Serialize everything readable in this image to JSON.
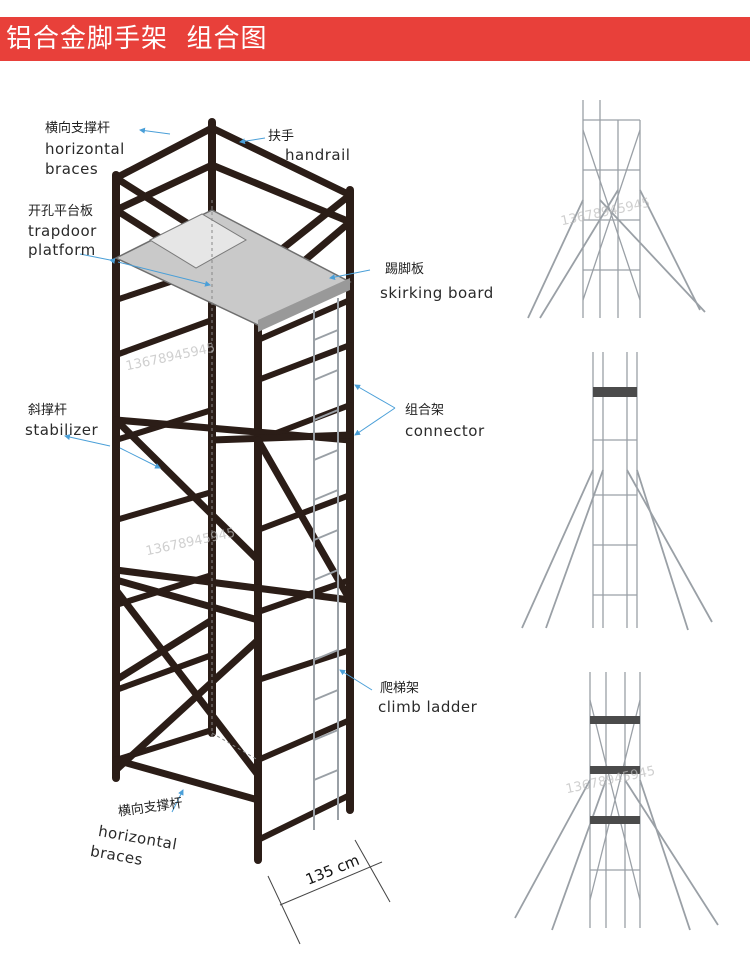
{
  "banner": {
    "title": "铝合金脚手架  组合图",
    "color": "#e8403a"
  },
  "labels": {
    "horizontal_braces_top": {
      "zh": "横向支撑杆",
      "en1": "horizontal",
      "en2": "braces"
    },
    "handrail": {
      "zh": "扶手",
      "en": "handrail"
    },
    "trapdoor_platform": {
      "zh": "开孔平台板",
      "en1": "trapdoor",
      "en2": "platform"
    },
    "skirting_board": {
      "zh": "踢脚板",
      "en": "skirking board"
    },
    "stabilizer": {
      "zh": "斜撑杆",
      "en": "stabilizer"
    },
    "connector": {
      "zh": "组合架",
      "en": "connector"
    },
    "climb_ladder": {
      "zh": "爬梯架",
      "en": "climb ladder"
    },
    "horizontal_braces_bottom": {
      "zh": "横向支撑杆",
      "en1": "horizontal",
      "en2": "braces"
    }
  },
  "dimension": "135 cm",
  "watermark": "13678945945",
  "colors": {
    "tube": "#2b1d17",
    "leader": "#4a9fd8",
    "aluminium": "#b7bcc2"
  }
}
